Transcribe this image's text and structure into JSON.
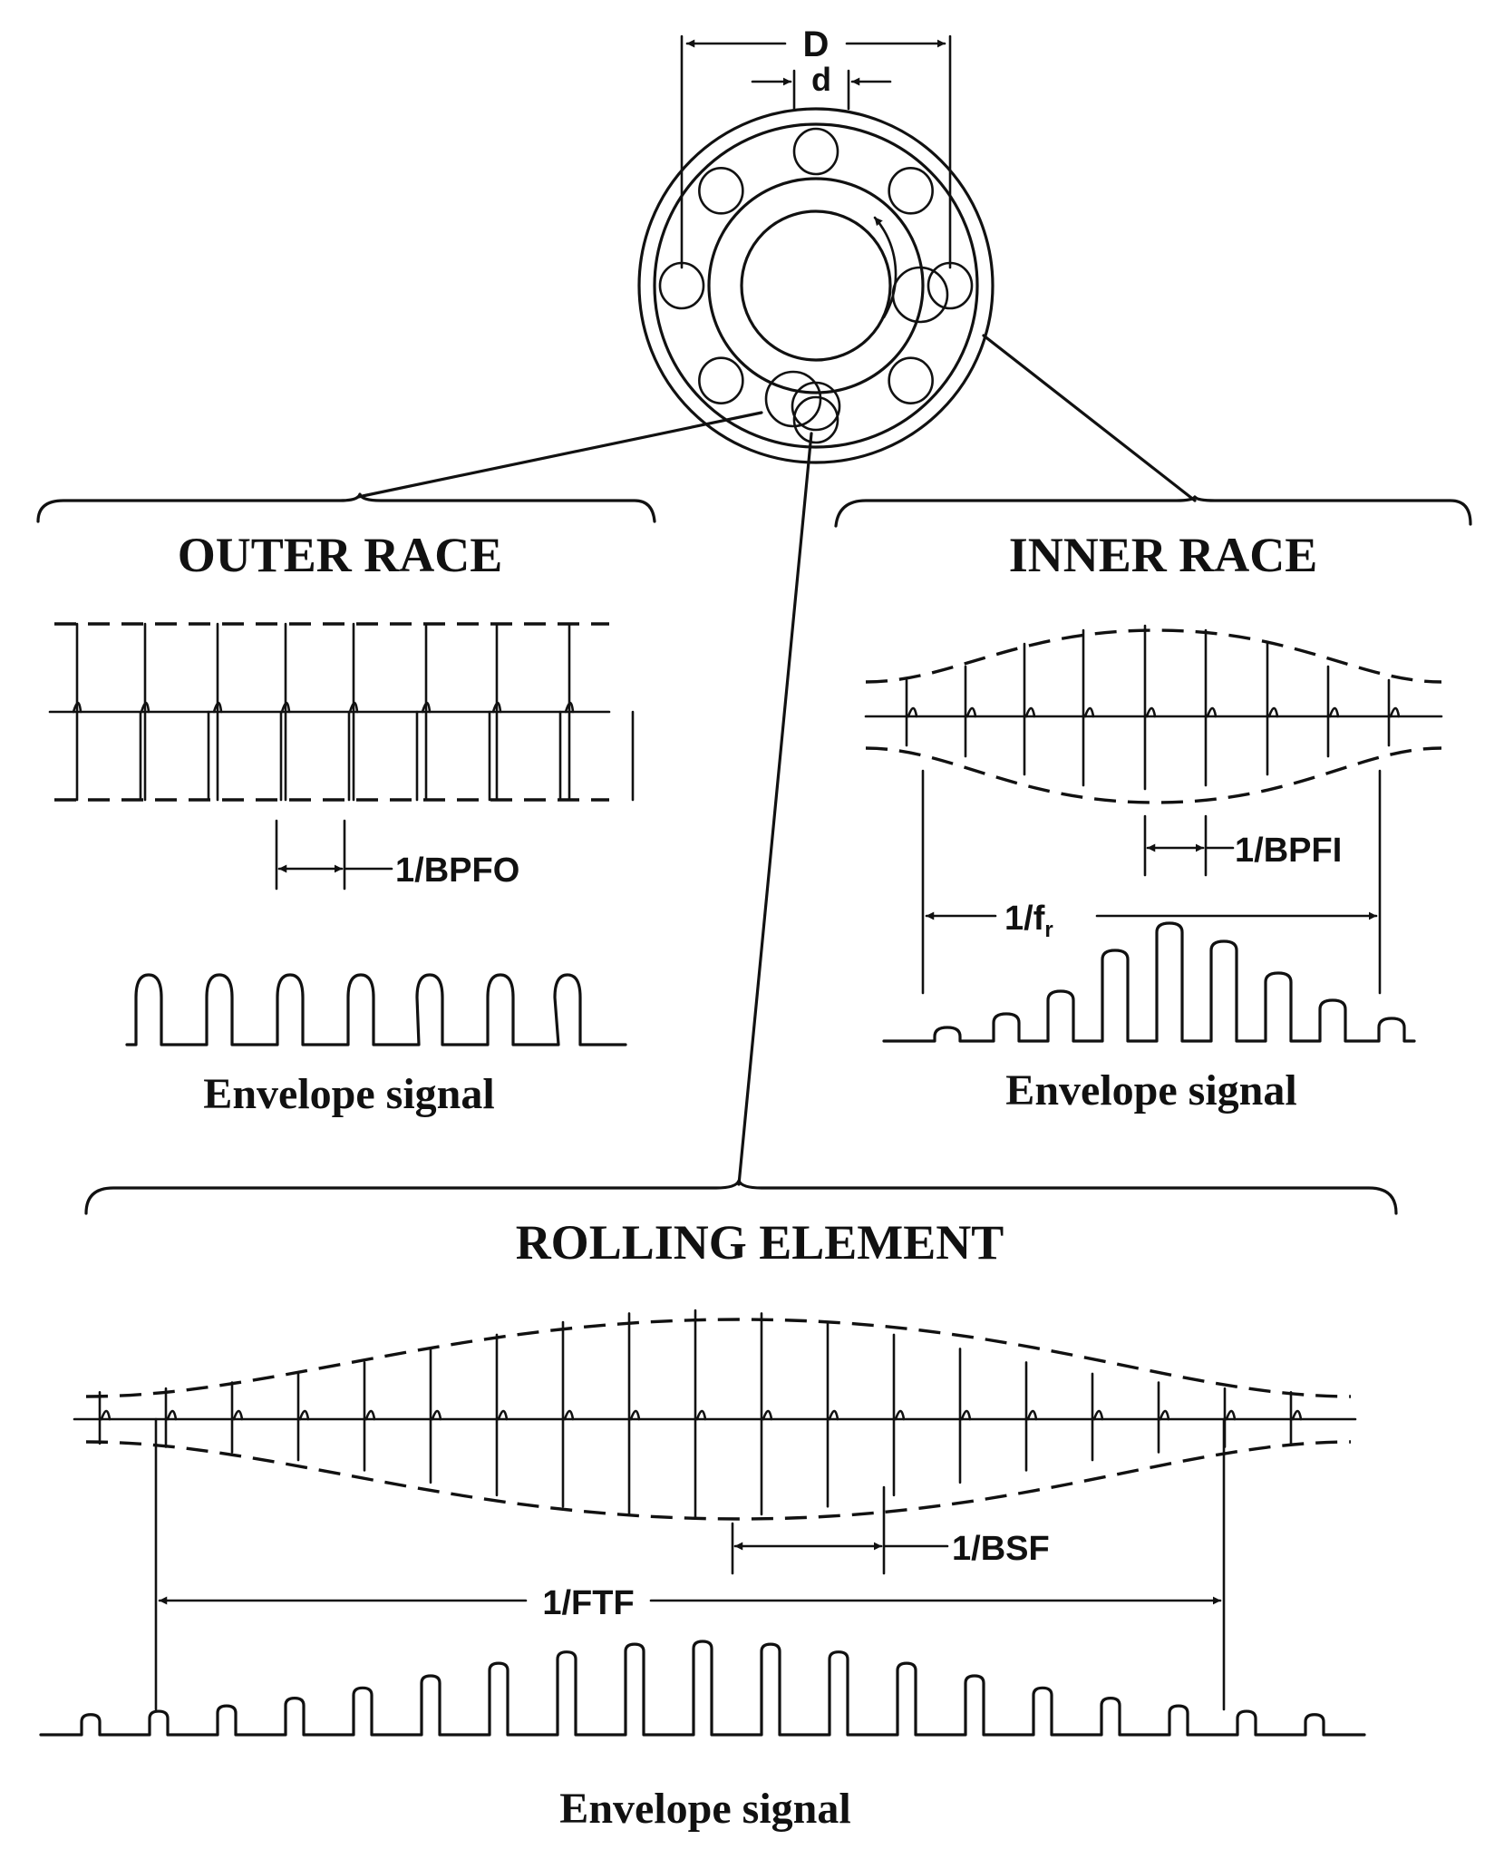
{
  "bearing": {
    "label_D": "D",
    "label_d": "d"
  },
  "outer_race": {
    "title": "OUTER RACE",
    "period_label": "1/BPFO",
    "envelope_caption": "Envelope signal"
  },
  "inner_race": {
    "title": "INNER RACE",
    "period_label": "1/BPFI",
    "rotation_label": "1/f",
    "rotation_subscript": "r",
    "envelope_caption": "Envelope signal"
  },
  "rolling_element": {
    "title": "ROLLING ELEMENT",
    "period_label": "1/BSF",
    "cage_label": "1/FTF",
    "envelope_caption": "Envelope signal"
  }
}
